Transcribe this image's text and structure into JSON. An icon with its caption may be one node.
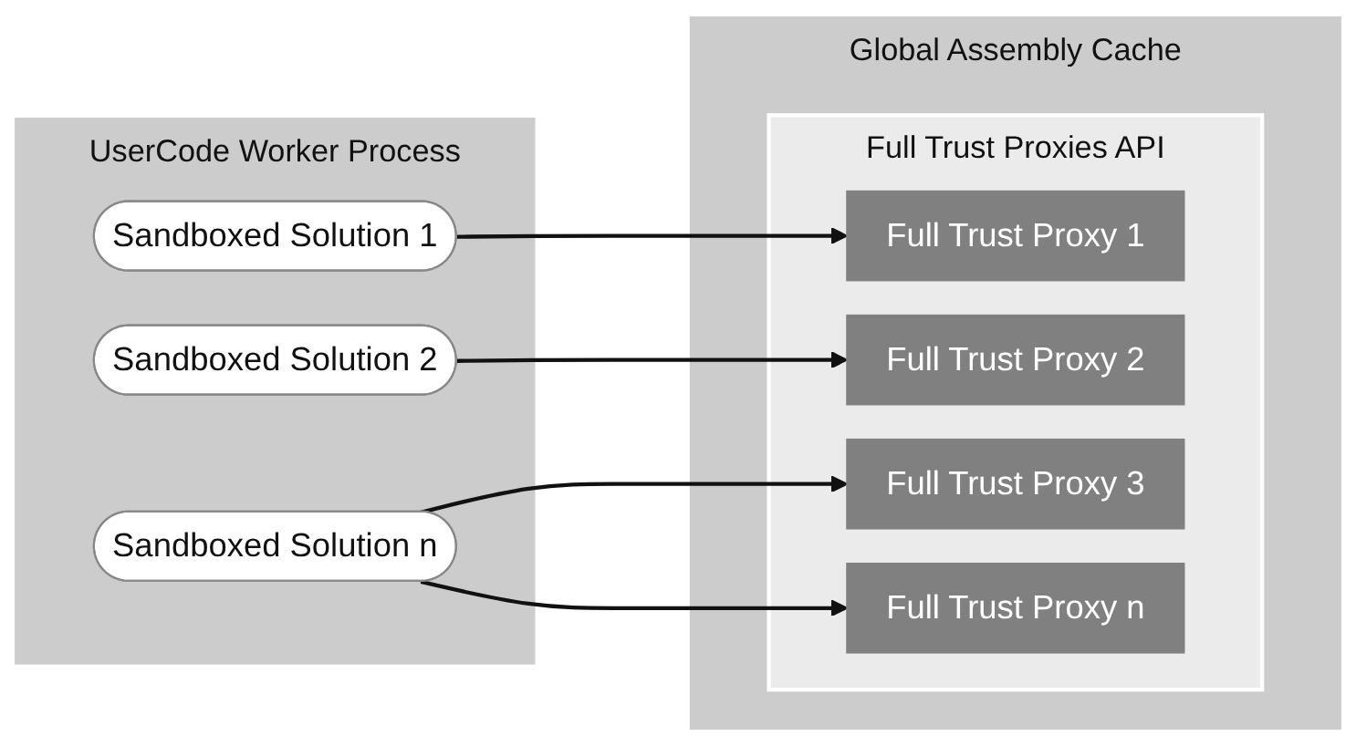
{
  "diagram": {
    "nodes": [
      {
        "text": [
          "UserCode Worker Process"
        ]
      },
      {
        "text": [
          "Sandboxed Solution 1"
        ],
        "in": 0
      },
      {
        "text": [
          "Sandboxed Solution 2"
        ],
        "in": 0
      },
      {
        "text": [
          "Sandboxed Solution n"
        ],
        "in": 0
      },
      {
        "text": [
          "Global Assembly Cache"
        ]
      },
      {
        "text": [
          "Full Trust Proxies API"
        ],
        "in": 4
      },
      {
        "text": [
          "Full Trust Proxy 1"
        ],
        "in": 5
      },
      {
        "text": [
          "Full Trust Proxy 2"
        ],
        "in": 5
      },
      {
        "text": [
          "Full Trust Proxy 3"
        ],
        "in": 5
      },
      {
        "text": [
          "Full Trust Proxy n"
        ],
        "in": 5
      }
    ],
    "edges": [
      {
        "from": 1,
        "to": 6,
        "arrow": "to"
      },
      {
        "from": 2,
        "to": 7,
        "arrow": "to"
      },
      {
        "from": 3,
        "to": 8,
        "arrow": "to"
      },
      {
        "from": 3,
        "to": 9,
        "arrow": "to"
      }
    ]
  }
}
